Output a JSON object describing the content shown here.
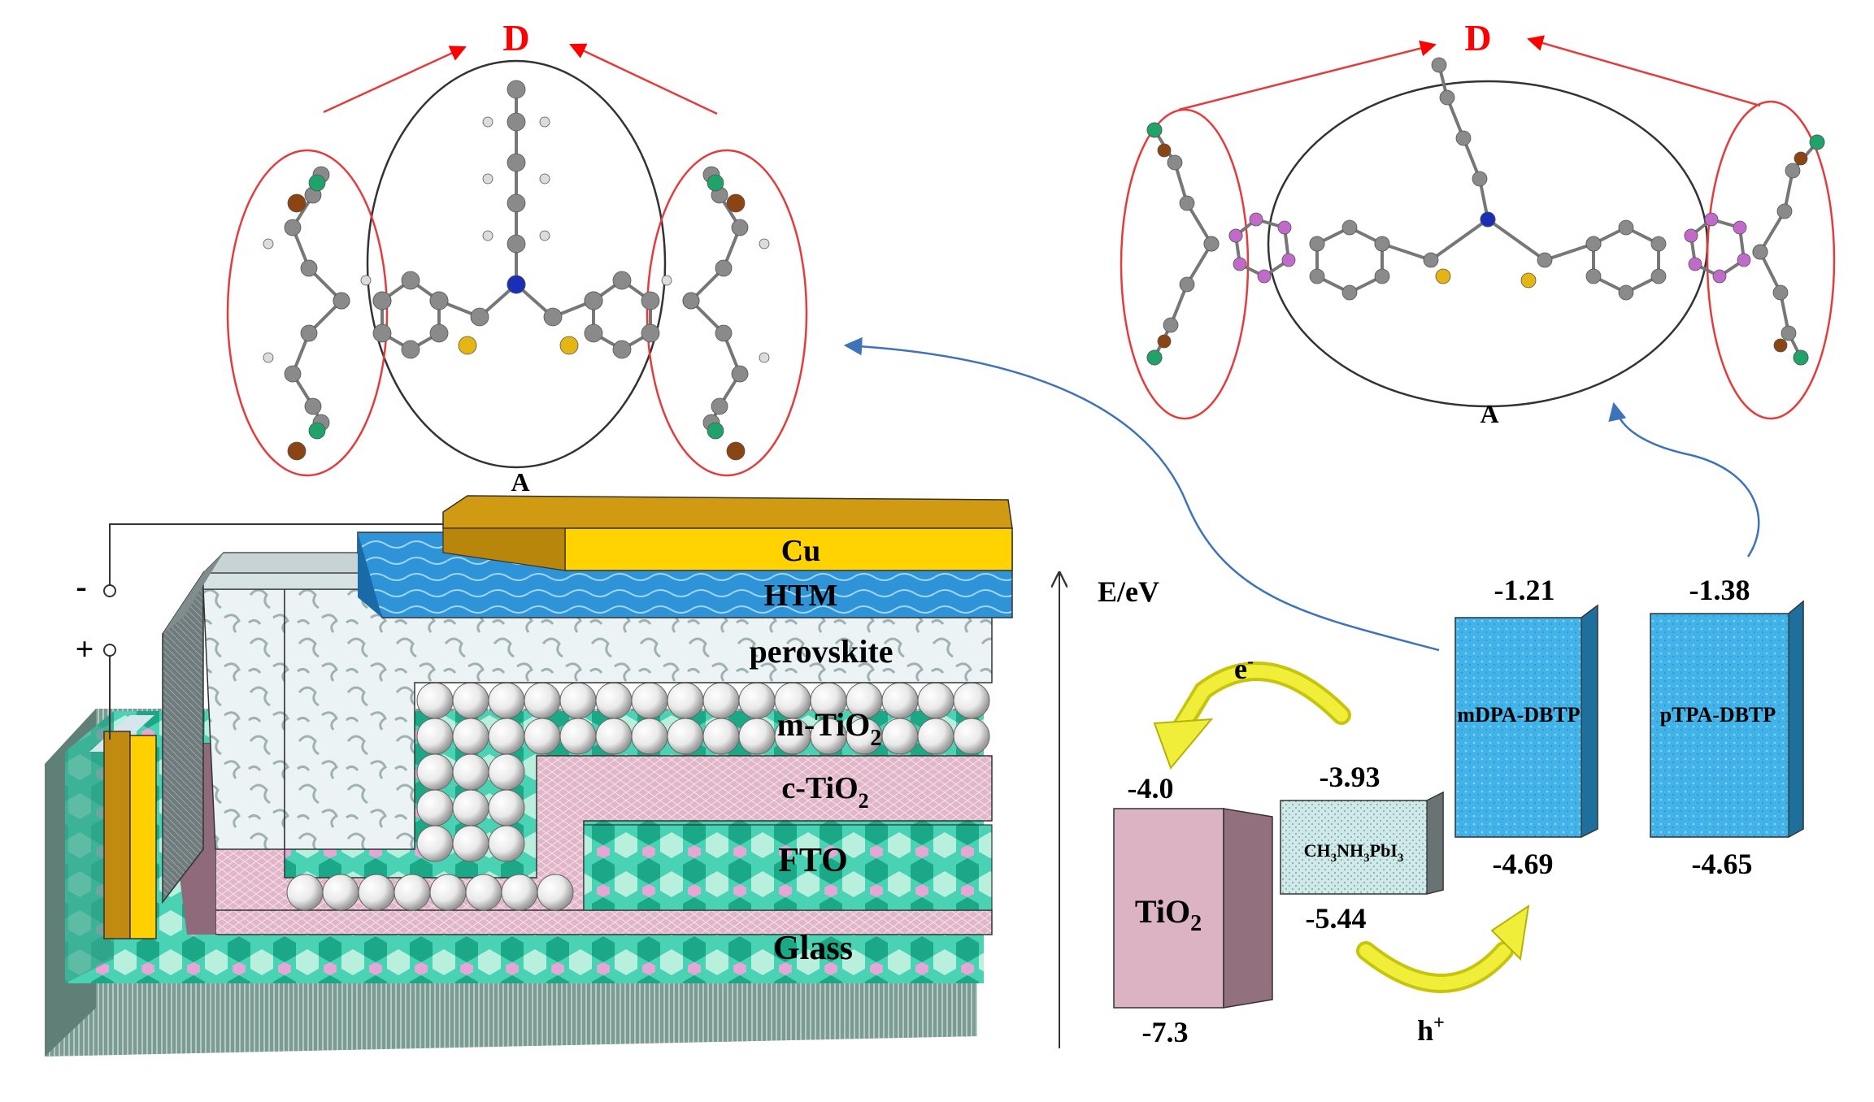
{
  "molecule_left": {
    "donor_label": "D",
    "acceptor_label": "A"
  },
  "molecule_right": {
    "donor_label": "D",
    "acceptor_label": "A"
  },
  "device": {
    "layers": [
      "Cu",
      "HTM",
      "perovskite",
      "m-TiO",
      "c-TiO",
      "FTO",
      "Glass"
    ],
    "subscript": "2",
    "terminal_minus": "-",
    "terminal_plus": "+"
  },
  "energy": {
    "axis_label": "E/eV",
    "electron": "e",
    "electron_sup": "-",
    "hole": "h",
    "hole_sup": "+",
    "tio2": {
      "name": "TiO",
      "name_sub": "2",
      "lumo": "-4.0",
      "homo": "-7.3",
      "color": "#dbb3c3"
    },
    "perovskite": {
      "name_parts": [
        "CH",
        "3",
        "NH",
        "3",
        "PbI",
        "3"
      ],
      "lumo": "-3.93",
      "homo": "-5.44",
      "color": "#d4ecec"
    },
    "mdpa": {
      "name": "mDPA-DBTP",
      "lumo": "-1.21",
      "homo": "-4.69",
      "color": "#3fb1e6"
    },
    "ptpa": {
      "name": "pTPA-DBTP",
      "lumo": "-1.38",
      "homo": "-4.65",
      "color": "#3fb1e6"
    }
  }
}
